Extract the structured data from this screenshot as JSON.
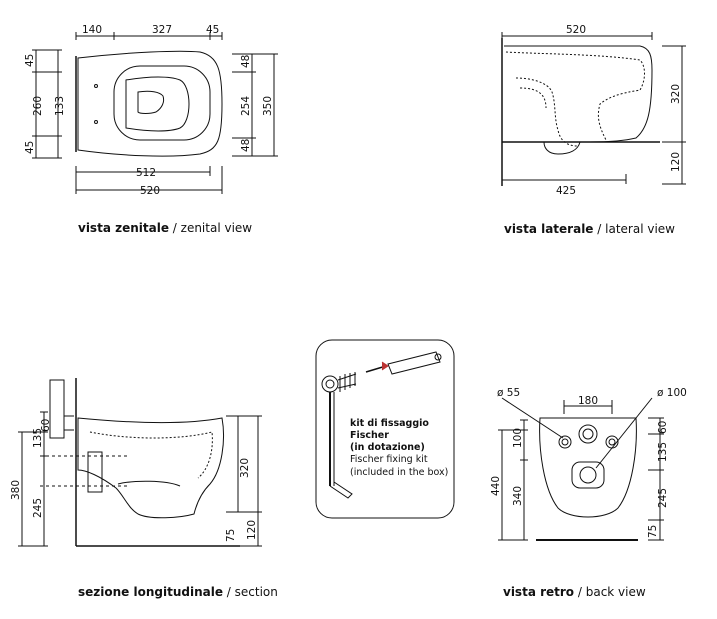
{
  "zenital": {
    "top_dims": [
      "140",
      "327",
      "45"
    ],
    "left_dims": [
      "45",
      "260",
      "133",
      "45"
    ],
    "right_dims": [
      "48",
      "254",
      "350",
      "48"
    ],
    "bottom_dims": [
      "512",
      "520"
    ],
    "caption_it": "vista zenitale",
    "caption_en": "zenital view"
  },
  "lateral": {
    "top_dim": "520",
    "right_dims": [
      "320",
      "120"
    ],
    "bottom_dim": "425",
    "caption_it": "vista laterale",
    "caption_en": "lateral view"
  },
  "section": {
    "left_dims": [
      "380",
      "135",
      "245",
      "60"
    ],
    "right_dims": [
      "320",
      "75",
      "120"
    ],
    "caption_it": "sezione longitudinale",
    "caption_en": "section"
  },
  "kit": {
    "line1": "kit di fissaggio",
    "line2": "Fischer",
    "line3": "(in dotazione)",
    "line4": "Fischer fixing kit",
    "line5": "(included in the box)"
  },
  "back": {
    "hole_left_label": "ø 55",
    "hole_right_label": "ø 100",
    "top_dim": "180",
    "left_dims": [
      "440",
      "100",
      "340"
    ],
    "right_dims": [
      "60",
      "135",
      "245",
      "75"
    ],
    "caption_it": "vista retro",
    "caption_en": "back view"
  }
}
